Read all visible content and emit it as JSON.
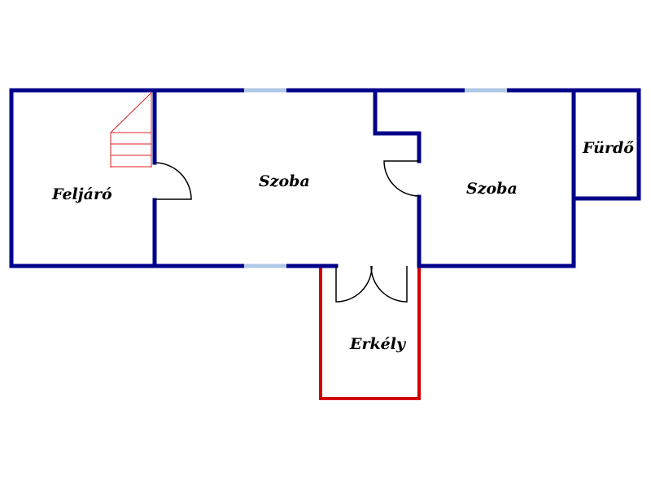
{
  "labels": {
    "feljaro": "Feljáró",
    "szoba_1": "Szoba",
    "szoba_2": "Szoba",
    "furdo": "Fürdő",
    "erkely": "Erkély"
  },
  "colors": {
    "wall": "#00008b",
    "window": "#b0c8e6",
    "balcony": "#d10000",
    "stairs": "#e02020",
    "door": "#000000",
    "background": "#ffffff"
  }
}
